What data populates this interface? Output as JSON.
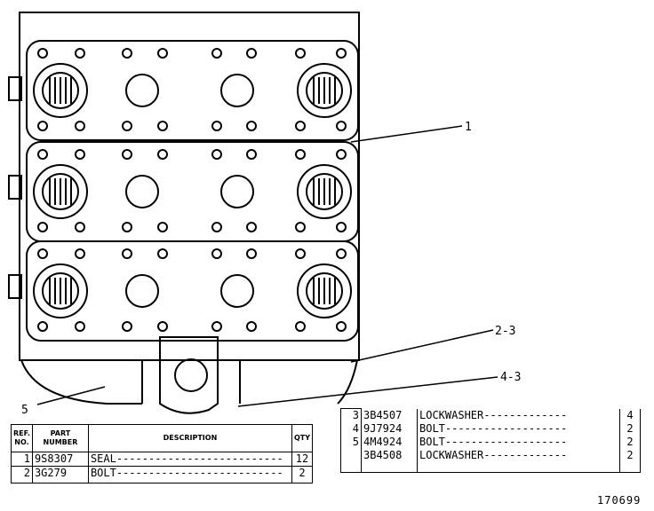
{
  "callouts": [
    "1",
    "2-3",
    "4-3",
    "5"
  ],
  "figure_number": "170699",
  "table_left": {
    "headers": {
      "ref": "REF. NO.",
      "part": "PART NUMBER",
      "desc": "DESCRIPTION",
      "qty": "QTY"
    },
    "rows": [
      {
        "ref": "1",
        "part": "9S8307",
        "desc": "SEAL",
        "qty": "12"
      },
      {
        "ref": "2",
        "part": "3G279",
        "desc": "BOLT",
        "qty": "2"
      }
    ]
  },
  "table_right": {
    "rows": [
      {
        "ref": "3",
        "part": "3B4507",
        "desc": "LOCKWASHER",
        "qty": "4"
      },
      {
        "ref": "4",
        "part": "9J7924",
        "desc": "BOLT",
        "qty": "2"
      },
      {
        "ref": "5",
        "part": "4M4924",
        "desc": "BOLT",
        "qty": "2"
      },
      {
        "ref": "",
        "part": "3B4508",
        "desc": "LOCKWASHER",
        "qty": "2"
      }
    ]
  }
}
